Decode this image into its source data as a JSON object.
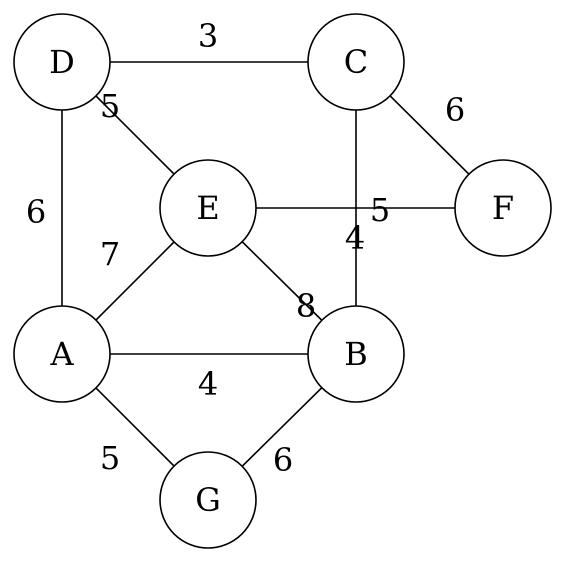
{
  "nodes": [
    {
      "id": "D",
      "label": "D"
    },
    {
      "id": "C",
      "label": "C"
    },
    {
      "id": "E",
      "label": "E"
    },
    {
      "id": "F",
      "label": "F"
    },
    {
      "id": "A",
      "label": "A"
    },
    {
      "id": "B",
      "label": "B"
    },
    {
      "id": "G",
      "label": "G"
    }
  ],
  "edges": [
    {
      "from": "D",
      "to": "C",
      "weight": "3"
    },
    {
      "from": "D",
      "to": "E",
      "weight": "5"
    },
    {
      "from": "D",
      "to": "A",
      "weight": "6"
    },
    {
      "from": "C",
      "to": "F",
      "weight": "6"
    },
    {
      "from": "C",
      "to": "B",
      "weight": "4"
    },
    {
      "from": "E",
      "to": "F",
      "weight": "5"
    },
    {
      "from": "E",
      "to": "A",
      "weight": "7"
    },
    {
      "from": "E",
      "to": "B",
      "weight": "8"
    },
    {
      "from": "A",
      "to": "B",
      "weight": "4"
    },
    {
      "from": "A",
      "to": "G",
      "weight": "5"
    },
    {
      "from": "B",
      "to": "G",
      "weight": "6"
    }
  ]
}
